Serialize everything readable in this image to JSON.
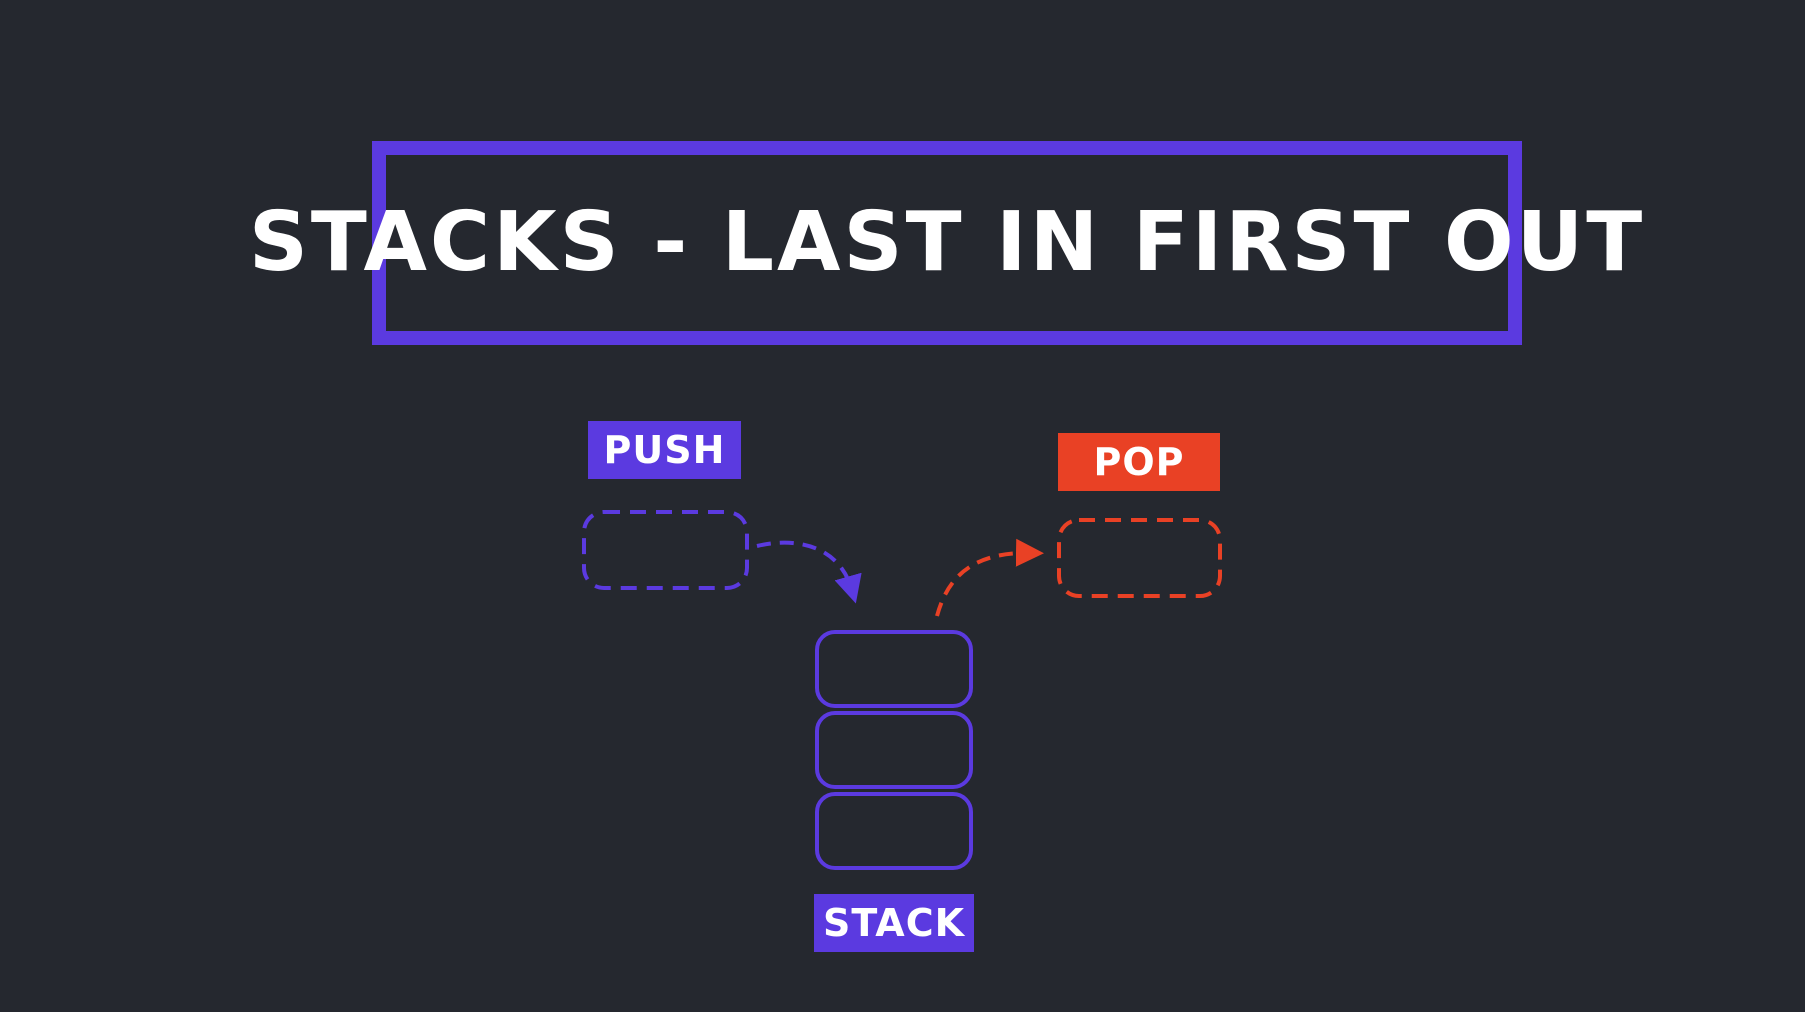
{
  "title": "STACKS - LAST IN FIRST OUT",
  "labels": {
    "push": "PUSH",
    "pop": "POP",
    "stack": "STACK"
  },
  "colors": {
    "background": "#25282f",
    "primary": "#5b3ae0",
    "pop": "#e94125",
    "text": "#ffffff"
  }
}
